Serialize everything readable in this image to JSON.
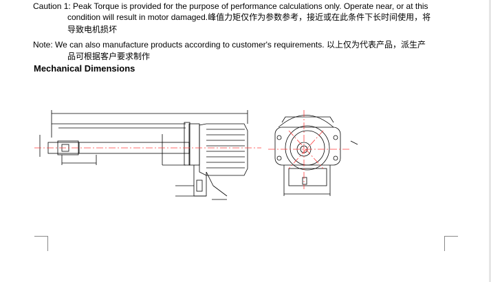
{
  "caution": {
    "line1": "Caution 1: Peak Torque is provided for the purpose of performance calculations only. Operate near, or at this",
    "line2": "condition will result in motor damaged.峰值力矩仅作为参数参考，接近或在此条件下长时间使用，将",
    "line3": "导致电机损坏"
  },
  "note": {
    "line1": "Note: We can also manufacture products according to customer's requirements. 以上仅为代表产品，派生产",
    "line2": "品可根据客户要求制作"
  },
  "section_title": "Mechanical Dimensions"
}
